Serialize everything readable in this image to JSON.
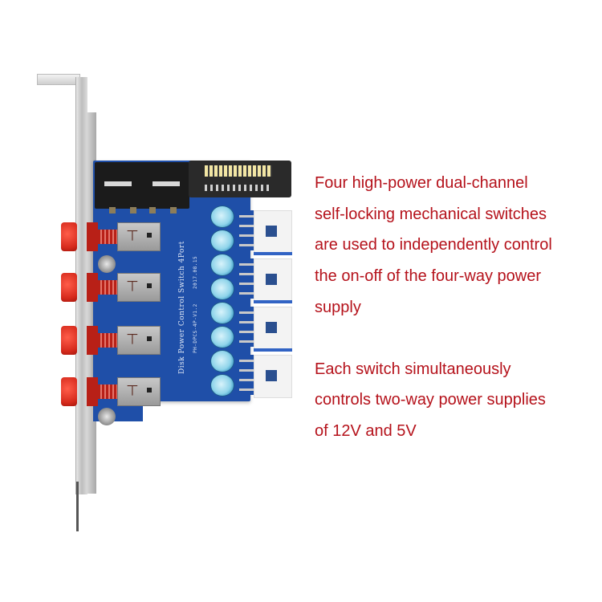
{
  "product_photo": {
    "alt": "Disk power control switch PCIe bracket board with four red push buttons",
    "pcb_label": "Disk Power Control Switch 4Port",
    "pcb_model": "PH-DPCS-4P-V1.2",
    "pcb_date": "2017.08.15",
    "colors": {
      "pcb": "#1f4fa8",
      "button": "#d62a1c",
      "capacitor": "#8fd4ea"
    }
  },
  "description": {
    "color": "#b5121b",
    "paragraph_1": {
      "lines": [
        "Four high-power dual-channel",
        "self-locking mechanical switches",
        "are used to independently control",
        "the on-off of the four-way power",
        "supply"
      ]
    },
    "paragraph_2": {
      "lines": [
        "Each switch simultaneously",
        "controls two-way power supplies",
        "of 12V and 5V"
      ]
    }
  }
}
